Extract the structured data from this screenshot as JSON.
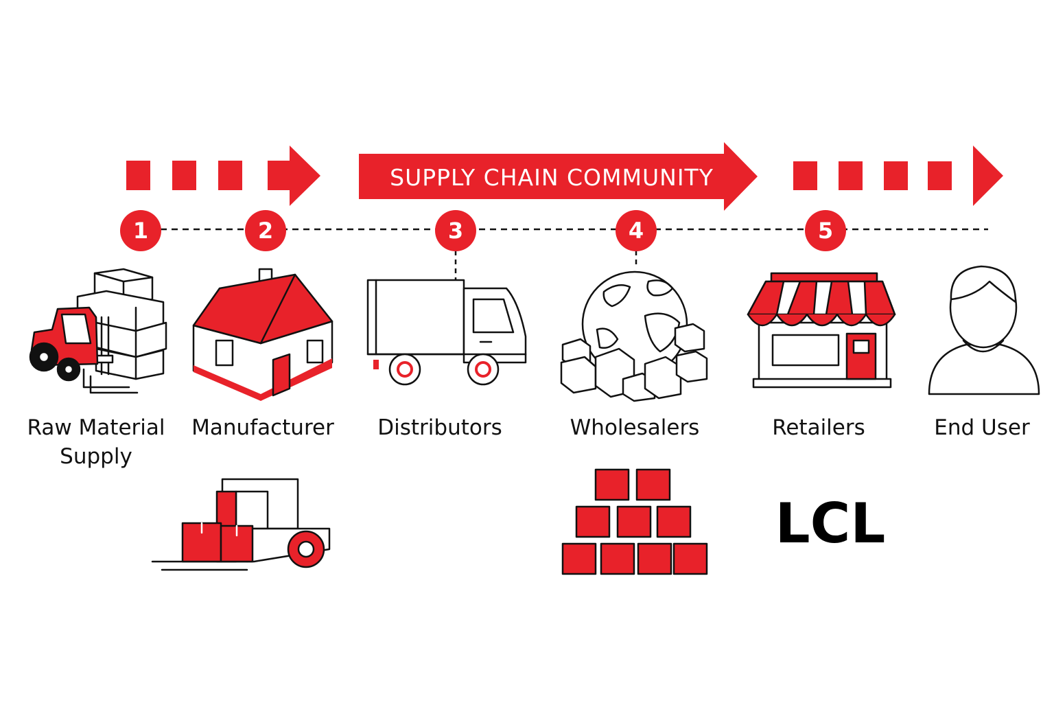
{
  "colors": {
    "accent": "#e8222a",
    "ink": "#111111",
    "background": "#ffffff"
  },
  "banner": {
    "title": "SUPPLY CHAIN COMMUNITY"
  },
  "steps": [
    "1",
    "2",
    "3",
    "4",
    "5"
  ],
  "stages": [
    {
      "label": "Raw Material\nSupply",
      "icon": "forklift-boxes-icon"
    },
    {
      "label": "Manufacturer",
      "icon": "factory-house-icon"
    },
    {
      "label": "Distributors",
      "icon": "delivery-truck-icon"
    },
    {
      "label": "Wholesalers",
      "icon": "globe-boxes-icon"
    },
    {
      "label": "Retailers",
      "icon": "storefront-icon"
    },
    {
      "label": "End User",
      "icon": "person-icon"
    }
  ],
  "extras": {
    "lcl": "LCL",
    "icons": [
      "pallet-truck-icon",
      "stacked-boxes-icon"
    ]
  }
}
